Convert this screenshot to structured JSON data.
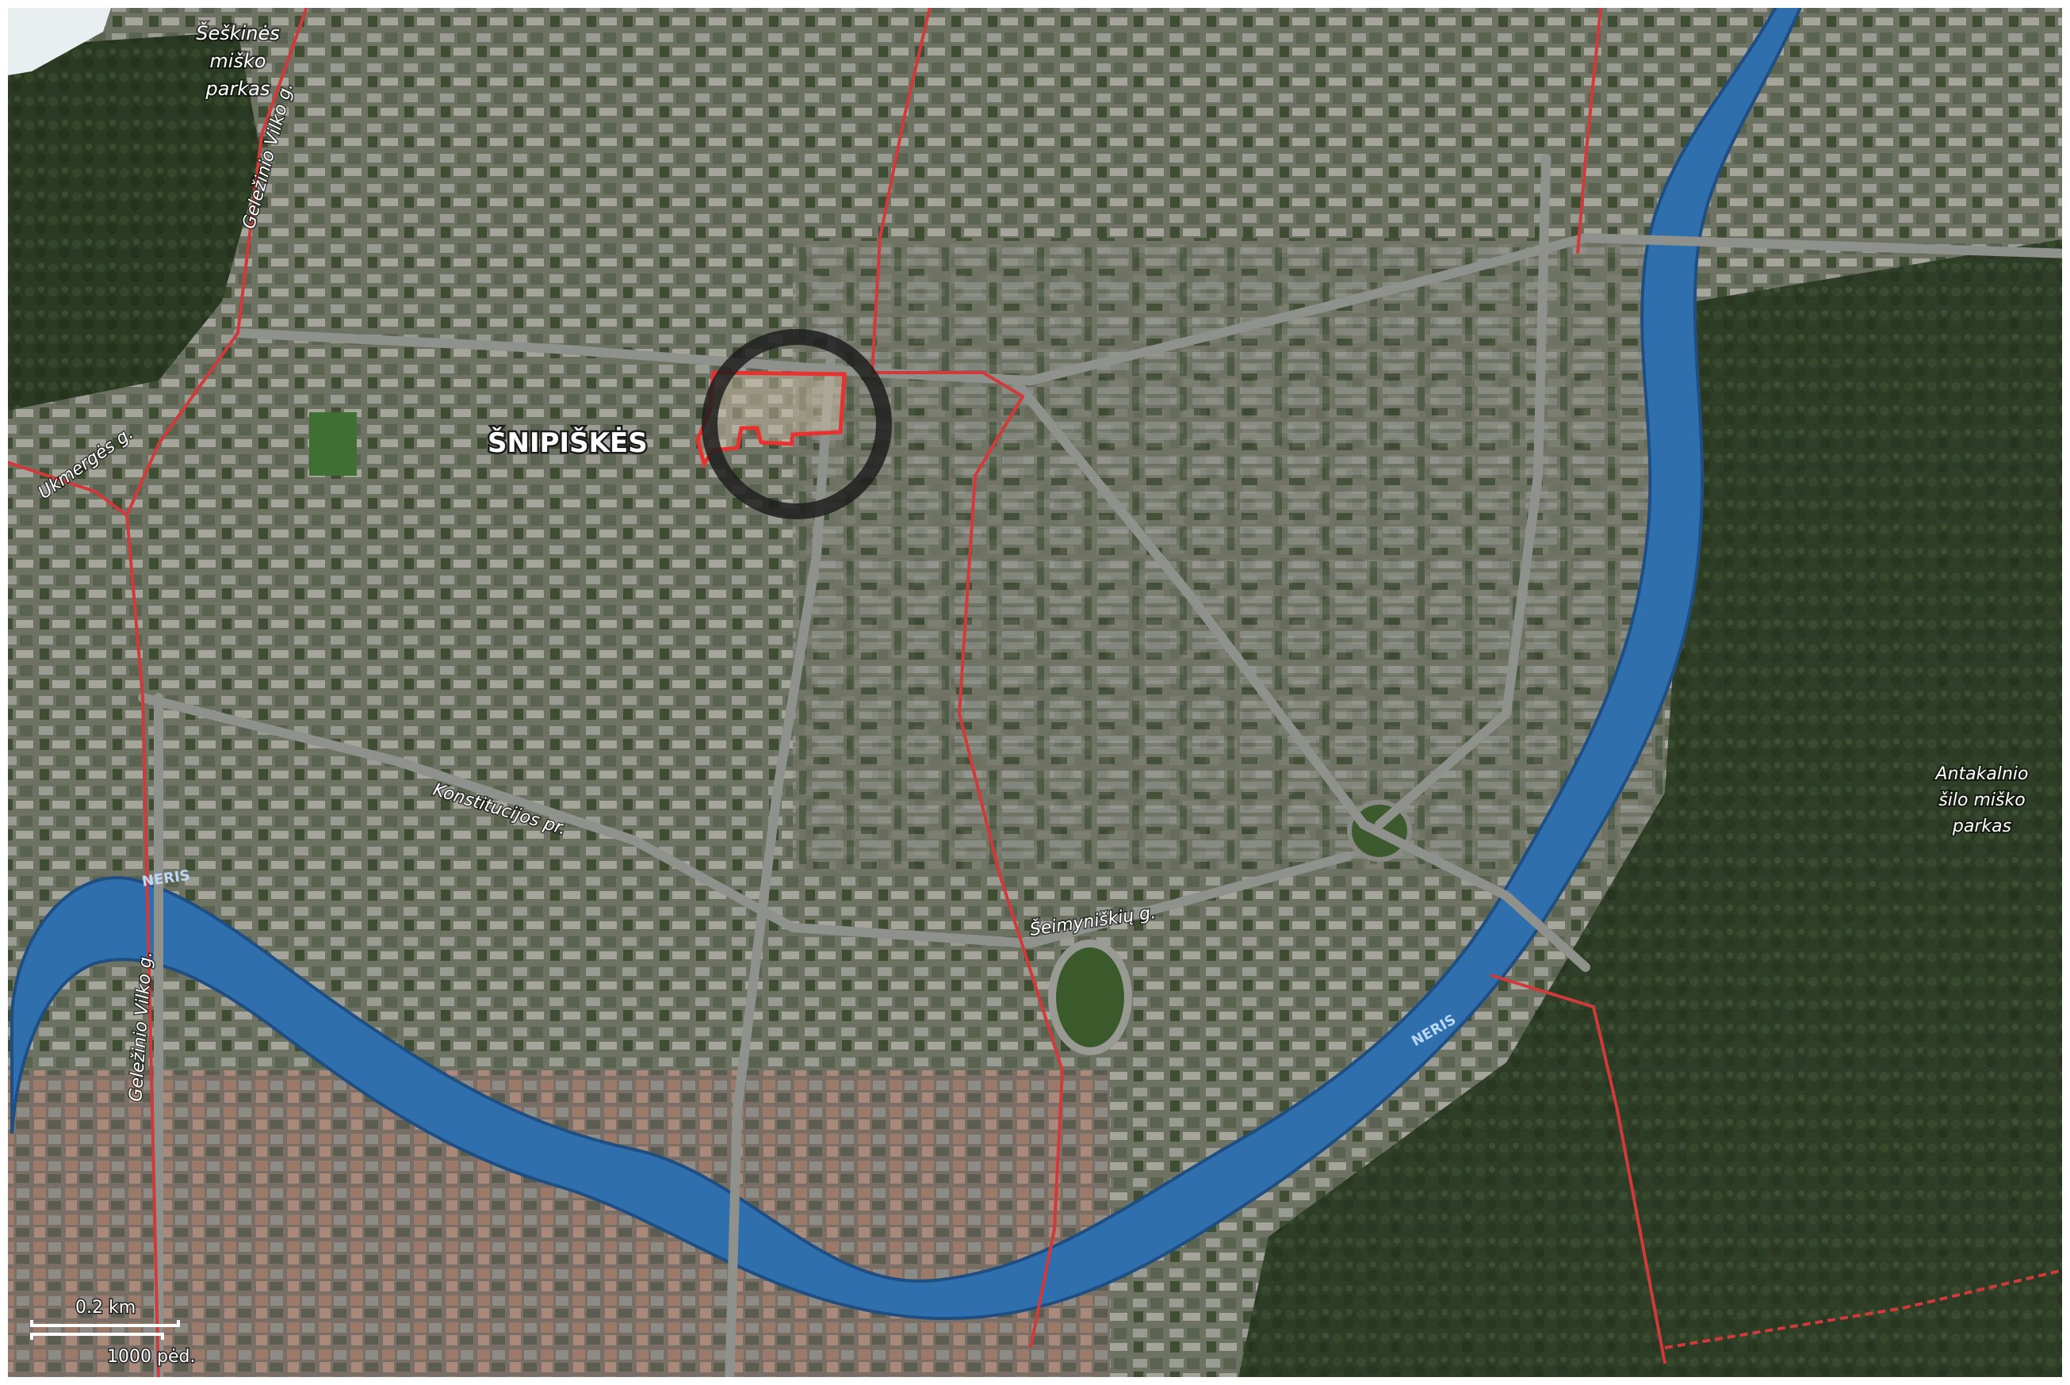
{
  "map": {
    "type": "satellite",
    "colors": {
      "river": "#2f6fae",
      "road_highlight": "#d13a3a",
      "site_outline": "#e8322f",
      "locator_ring": "#1e1e1e",
      "forest": "#2c3b22",
      "urban": "#6f7463"
    },
    "labels": {
      "park_seskines_1": "Šeškinės",
      "park_seskines_2": "miško",
      "park_seskines_3": "parkas",
      "park_antakalnio_1": "Antakalnio",
      "park_antakalnio_2": "šilo miško",
      "park_antakalnio_3": "parkas",
      "district": "ŠNIPIŠKĖS",
      "road_gelezinio_vilko_north": "Geležinio Vilko g.",
      "road_gelezinio_vilko_south": "Geležinio Vilko g.",
      "road_ukmerges": "Ukmergės g.",
      "road_konstitucijos": "Konstitucijos pr.",
      "road_seimyniskiu": "Šeimyniškių g.",
      "river_name_west": "NERIS",
      "river_name_east": "NERIS"
    },
    "scale": {
      "metric": "0.2 km",
      "imperial": "1000 pėd."
    },
    "markers": {
      "locator_circle": "site-locator",
      "site_outline": "project-site"
    }
  }
}
